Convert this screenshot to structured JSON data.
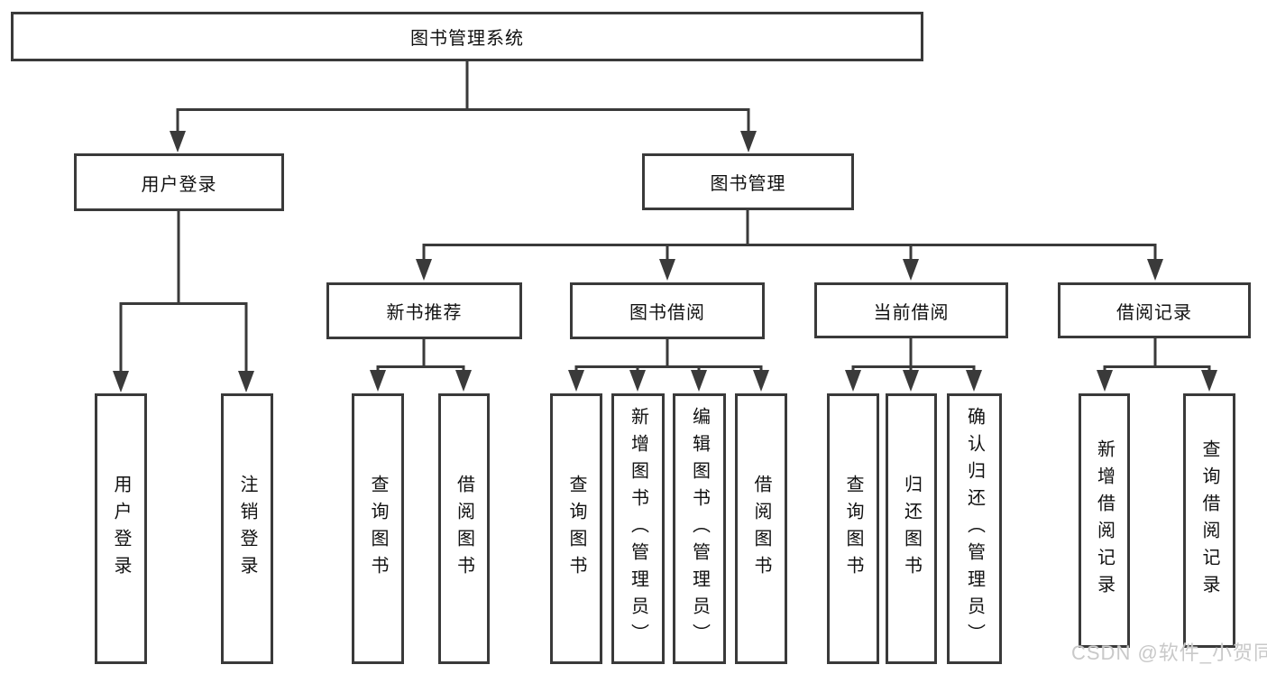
{
  "diagram_title": "图书管理系统",
  "nodes": {
    "root": "图书管理系统",
    "level2": [
      "用户登录",
      "图书管理"
    ],
    "level3": [
      "新书推荐",
      "图书借阅",
      "当前借阅",
      "借阅记录"
    ],
    "login_children": [
      "用户登录",
      "注销登录"
    ],
    "newbook_children": [
      "查询图书",
      "借阅图书"
    ],
    "borrow_children": [
      "查询图书",
      "新增图书（管理员）",
      "编辑图书（管理员）",
      "借阅图书"
    ],
    "current_children": [
      "查询图书",
      "归还图书",
      "确认归还（管理员）"
    ],
    "records_children": [
      "新增借阅记录",
      "查询借阅记录"
    ]
  },
  "watermark": "CSDN @软件_小贺同学",
  "colors": {
    "line": "#3a3a3a",
    "box_border": "#3a3a3a",
    "box_fill": "#ffffff",
    "text": "#111111",
    "watermark": "#c9c9c9",
    "background": "#ffffff"
  }
}
